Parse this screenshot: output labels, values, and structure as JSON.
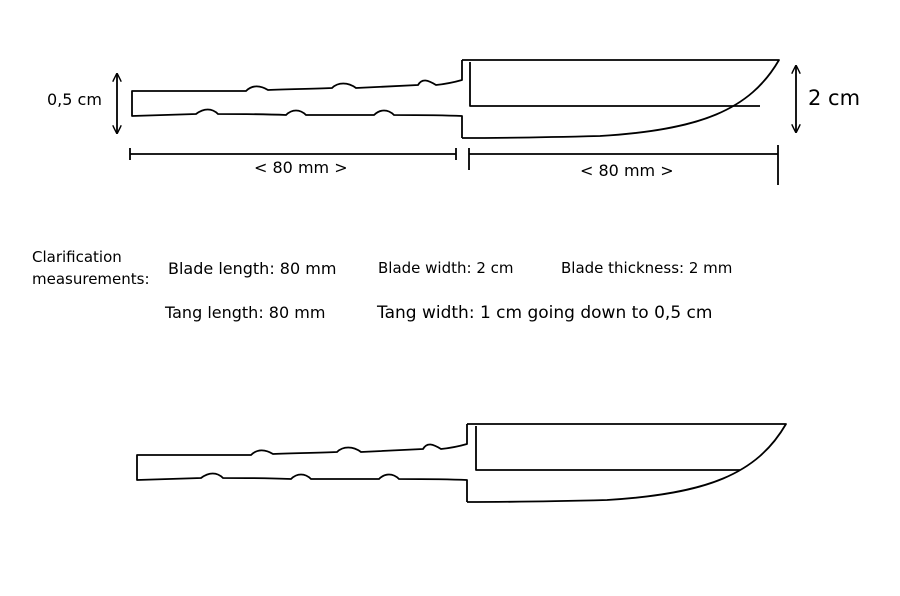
{
  "drawing": {
    "tang_thickness_label": "0,5 cm",
    "blade_width_label": "2 cm",
    "tang_length_dim": "< 80 mm >",
    "blade_length_dim": "< 80 mm >"
  },
  "clarification": {
    "heading_line1": "Clarification",
    "heading_line2": "measurements:",
    "blade_length": "Blade length: 80 mm",
    "blade_width": "Blade width: 2 cm",
    "blade_thickness": "Blade thickness: 2 mm",
    "tang_length": "Tang length: 80 mm",
    "tang_width": "Tang width: 1 cm going down to 0,5 cm"
  }
}
